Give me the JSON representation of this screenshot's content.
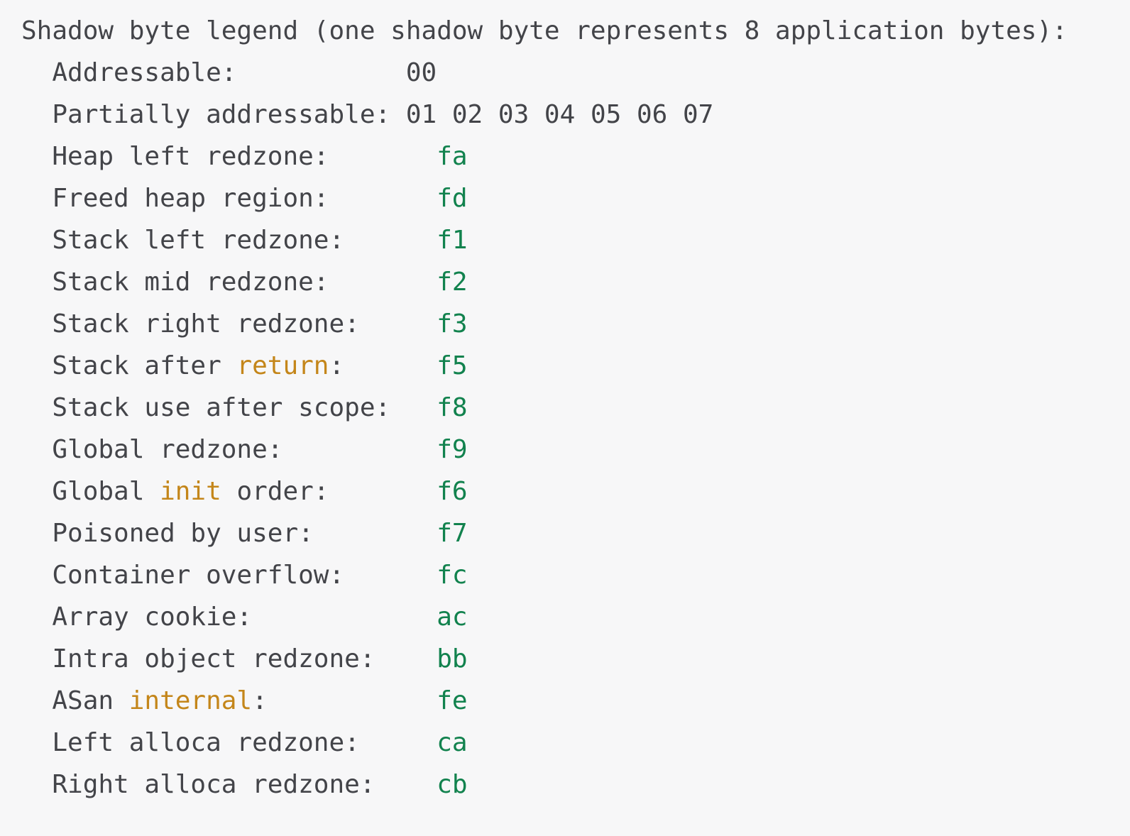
{
  "colors": {
    "background": "#f7f7f8",
    "text": "#434449",
    "value_green": "#12824e",
    "keyword_orange": "#c4861a"
  },
  "legend": {
    "title": "Shadow byte legend (one shadow byte represents 8 application bytes):",
    "rows": [
      {
        "segments": [
          {
            "text": "  Addressable:           ",
            "color": "text"
          },
          {
            "text": "00",
            "color": "text"
          }
        ]
      },
      {
        "segments": [
          {
            "text": "  Partially addressable: ",
            "color": "text"
          },
          {
            "text": "01 02 03 04 05 06 07",
            "color": "text"
          }
        ]
      },
      {
        "segments": [
          {
            "text": "  Heap left redzone:       ",
            "color": "text"
          },
          {
            "text": "fa",
            "color": "green"
          }
        ]
      },
      {
        "segments": [
          {
            "text": "  Freed heap region:       ",
            "color": "text"
          },
          {
            "text": "fd",
            "color": "green"
          }
        ]
      },
      {
        "segments": [
          {
            "text": "  Stack left redzone:      ",
            "color": "text"
          },
          {
            "text": "f1",
            "color": "green"
          }
        ]
      },
      {
        "segments": [
          {
            "text": "  Stack mid redzone:       ",
            "color": "text"
          },
          {
            "text": "f2",
            "color": "green"
          }
        ]
      },
      {
        "segments": [
          {
            "text": "  Stack right redzone:     ",
            "color": "text"
          },
          {
            "text": "f3",
            "color": "green"
          }
        ]
      },
      {
        "segments": [
          {
            "text": "  Stack after ",
            "color": "text"
          },
          {
            "text": "return",
            "color": "orange"
          },
          {
            "text": ":      ",
            "color": "text"
          },
          {
            "text": "f5",
            "color": "green"
          }
        ]
      },
      {
        "segments": [
          {
            "text": "  Stack use after scope:   ",
            "color": "text"
          },
          {
            "text": "f8",
            "color": "green"
          }
        ]
      },
      {
        "segments": [
          {
            "text": "  Global redzone:          ",
            "color": "text"
          },
          {
            "text": "f9",
            "color": "green"
          }
        ]
      },
      {
        "segments": [
          {
            "text": "  Global ",
            "color": "text"
          },
          {
            "text": "init",
            "color": "orange"
          },
          {
            "text": " order:       ",
            "color": "text"
          },
          {
            "text": "f6",
            "color": "green"
          }
        ]
      },
      {
        "segments": [
          {
            "text": "  Poisoned by user:        ",
            "color": "text"
          },
          {
            "text": "f7",
            "color": "green"
          }
        ]
      },
      {
        "segments": [
          {
            "text": "  Container overflow:      ",
            "color": "text"
          },
          {
            "text": "fc",
            "color": "green"
          }
        ]
      },
      {
        "segments": [
          {
            "text": "  Array cookie:            ",
            "color": "text"
          },
          {
            "text": "ac",
            "color": "green"
          }
        ]
      },
      {
        "segments": [
          {
            "text": "  Intra object redzone:    ",
            "color": "text"
          },
          {
            "text": "bb",
            "color": "green"
          }
        ]
      },
      {
        "segments": [
          {
            "text": "  ASan ",
            "color": "text"
          },
          {
            "text": "internal",
            "color": "orange"
          },
          {
            "text": ":           ",
            "color": "text"
          },
          {
            "text": "fe",
            "color": "green"
          }
        ]
      },
      {
        "segments": [
          {
            "text": "  Left alloca redzone:     ",
            "color": "text"
          },
          {
            "text": "ca",
            "color": "green"
          }
        ]
      },
      {
        "segments": [
          {
            "text": "  Right alloca redzone:    ",
            "color": "text"
          },
          {
            "text": "cb",
            "color": "green"
          }
        ]
      }
    ]
  }
}
